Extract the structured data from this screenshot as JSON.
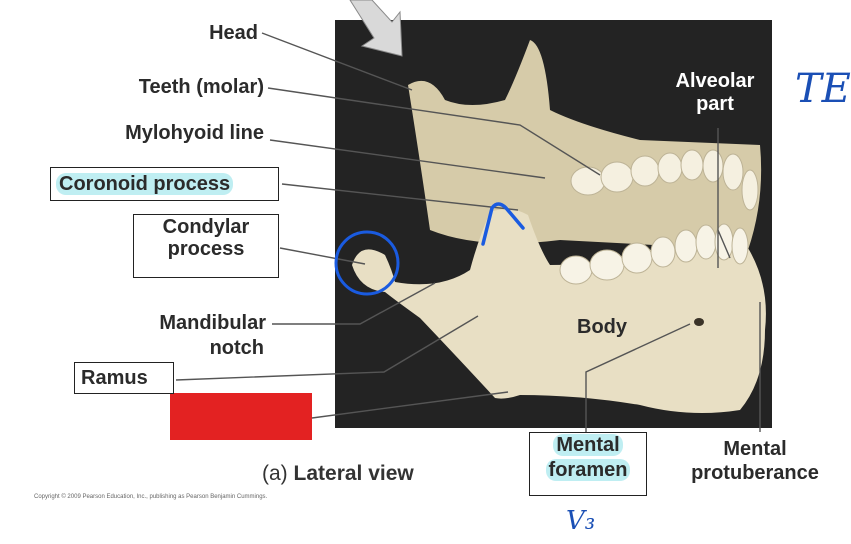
{
  "labels": {
    "head": "Head",
    "teeth": "Teeth (molar)",
    "mylohyoid": "Mylohyoid line",
    "coronoid": "Coronoid process",
    "condylar_1": "Condylar",
    "condylar_2": "process",
    "mandibular_1": "Mandibular",
    "mandibular_2": "notch",
    "ramus": "Ramus",
    "alveolar_1": "Alveolar",
    "alveolar_2": "part",
    "body": "Body",
    "mental_foramen_1": "Mental",
    "mental_foramen_2": "foramen",
    "mental_protuberance_1": "Mental",
    "mental_protuberance_2": "protuberance"
  },
  "caption": {
    "letter": "(a)",
    "text": "Lateral view"
  },
  "copyright": "Copyright © 2009 Pearson Education, Inc., publishing as Pearson Benjamin Cummings.",
  "handwriting": {
    "top_right": "TE",
    "nerve": "V₃"
  },
  "colors": {
    "highlight": "#bfeef2",
    "annotation_blue": "#1a4fb5",
    "red_box": "#e32222",
    "photo_bg": "#222222",
    "bone": "#e8dfc4"
  }
}
